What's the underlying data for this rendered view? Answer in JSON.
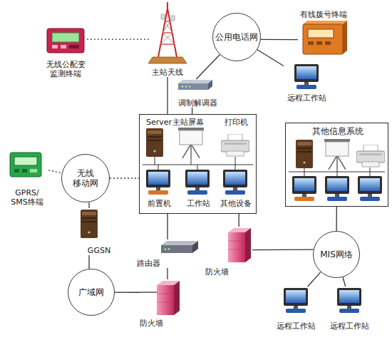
{
  "diagram": {
    "nodes": [
      {
        "text": [
          "无线公配变 监测终端"
        ]
      },
      {
        "text": [
          "主站天线"
        ]
      },
      {
        "text": [
          "公用电话网"
        ]
      },
      {
        "text": [
          "有线拨号终端"
        ]
      },
      {
        "text": [
          "远程工作站"
        ]
      },
      {
        "text": [
          "调制解调器"
        ]
      },
      {
        "text": [
          "Server",
          "主站屏幕",
          "打印机",
          "前置机",
          "工作站",
          "其他设备"
        ]
      },
      {
        "text": [
          "其他信息系统"
        ]
      },
      {
        "text": [
          "无线 移动网"
        ]
      },
      {
        "text": [
          "GPRS/ SMS终端"
        ]
      },
      {
        "text": [
          "GGSN"
        ]
      },
      {
        "text": [
          "路由器"
        ]
      },
      {
        "text": [
          "防火墙"
        ]
      },
      {
        "text": [
          "MIS网络"
        ]
      },
      {
        "text": [
          "广域网"
        ]
      },
      {
        "text": [
          "防火墙"
        ]
      },
      {
        "text": [
          "远程工作站"
        ]
      },
      {
        "text": [
          "远程工作站"
        ]
      }
    ],
    "edges": [
      {
        "from": 0,
        "to": 1,
        "arrow": "none"
      },
      {
        "from": 1,
        "to": 6,
        "arrow": "none"
      },
      {
        "from": 2,
        "to": 5,
        "arrow": "none"
      },
      {
        "from": 5,
        "to": 6,
        "arrow": "none"
      },
      {
        "from": 2,
        "to": 3,
        "arrow": "none"
      },
      {
        "from": 2,
        "to": 4,
        "arrow": "none"
      },
      {
        "from": 8,
        "to": 6,
        "arrow": "none"
      },
      {
        "from": 9,
        "to": 8,
        "arrow": "none"
      },
      {
        "from": 8,
        "to": 10,
        "arrow": "none"
      },
      {
        "from": 10,
        "to": 14,
        "arrow": "none"
      },
      {
        "from": 6,
        "to": 11,
        "arrow": "none"
      },
      {
        "from": 11,
        "to": 15,
        "arrow": "none"
      },
      {
        "from": 14,
        "to": 15,
        "arrow": "none"
      },
      {
        "from": 6,
        "to": 12,
        "arrow": "none"
      },
      {
        "from": 12,
        "to": 13,
        "arrow": "none"
      },
      {
        "from": 7,
        "to": 13,
        "arrow": "none"
      },
      {
        "from": 13,
        "to": 16,
        "arrow": "none"
      },
      {
        "from": 13,
        "to": 17,
        "arrow": "none"
      }
    ]
  }
}
